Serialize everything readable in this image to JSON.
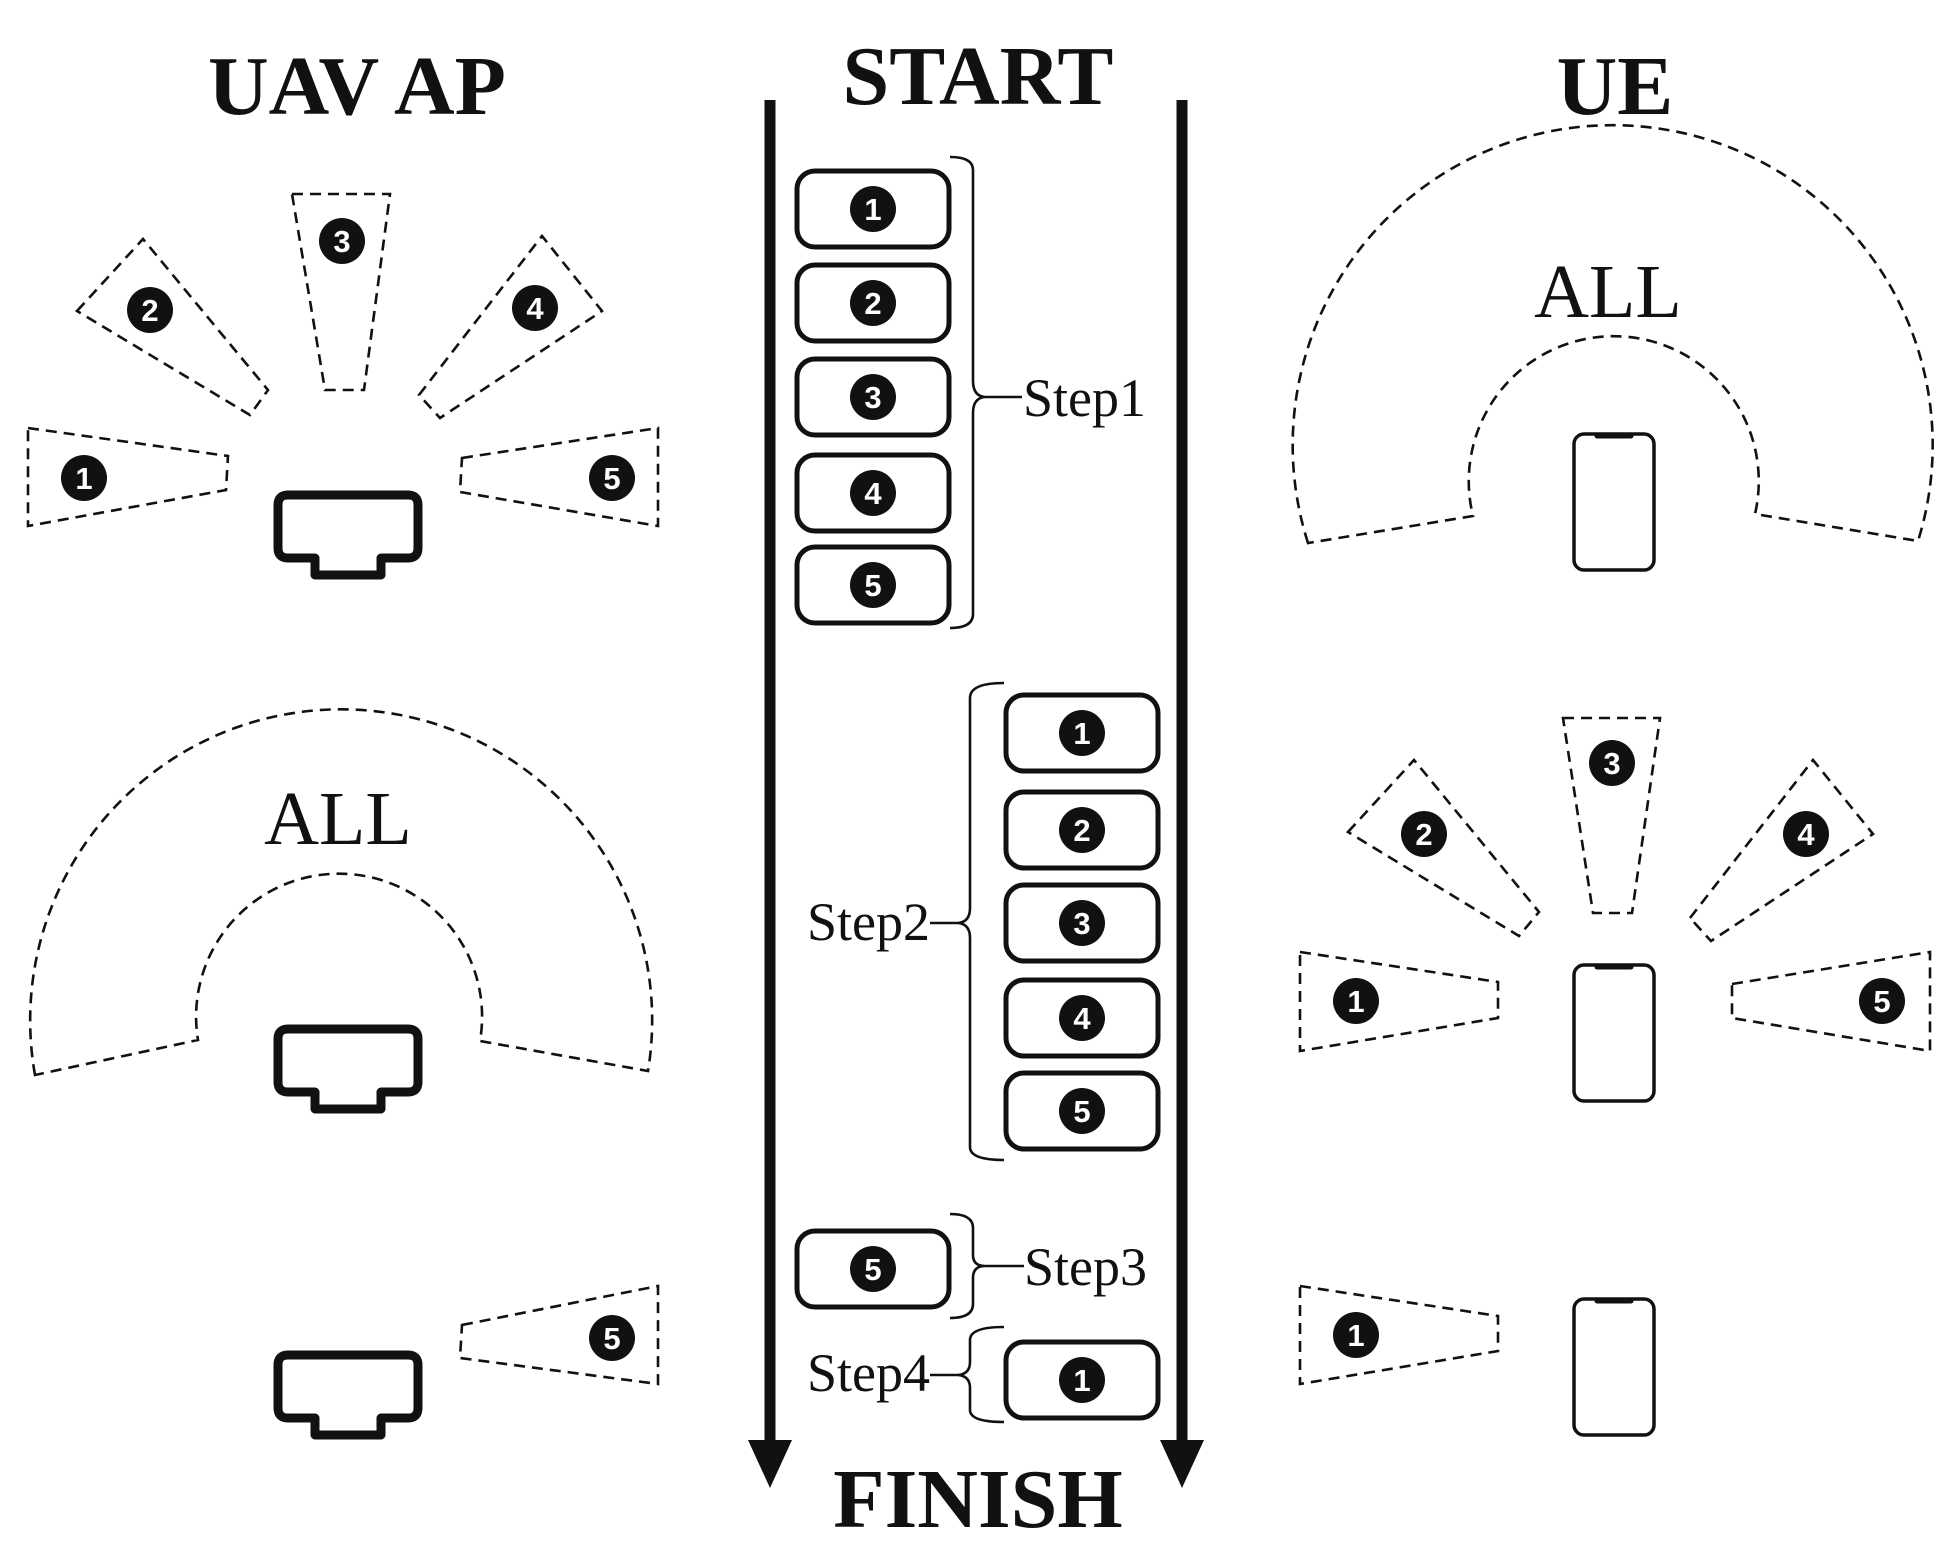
{
  "headers": {
    "uav": "UAV AP",
    "start": "START",
    "ue": "UE",
    "finish": "FINISH"
  },
  "all_label": "ALL",
  "steps": {
    "step1": "Step1",
    "step2": "Step2",
    "step3": "Step3",
    "step4": "Step4"
  },
  "beams": [
    "1",
    "2",
    "3",
    "4",
    "5"
  ]
}
